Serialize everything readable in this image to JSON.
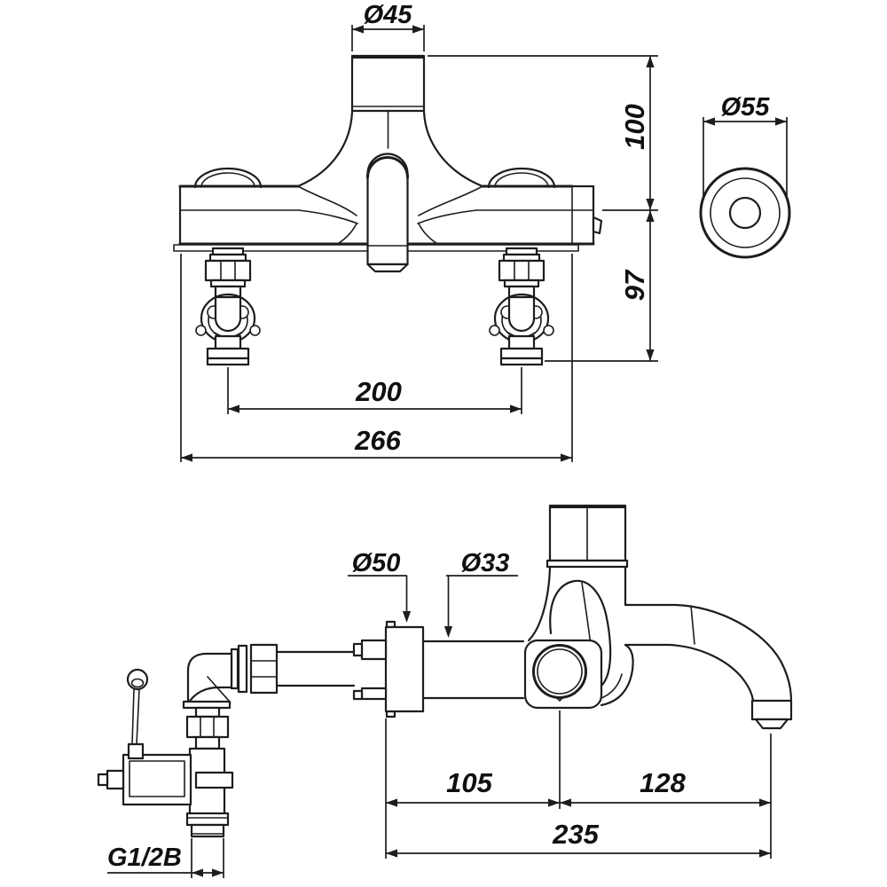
{
  "colors": {
    "line": "#1d1d1d",
    "text": "#101010",
    "background": "#ffffff"
  },
  "front_view": {
    "spout_column_diameter": "Ø45",
    "handle_cap_diameter": "Ø55",
    "height_above_body": "100",
    "height_below_body": "97",
    "connection_spacing": "200",
    "overall_width": "266"
  },
  "side_view": {
    "escutcheon_diameter": "Ø50",
    "pipe_diameter": "Ø33",
    "wall_to_handle_center": "105",
    "handle_center_to_spout_tip": "128",
    "overall_projection": "235",
    "thread_size": "G1/2B"
  }
}
